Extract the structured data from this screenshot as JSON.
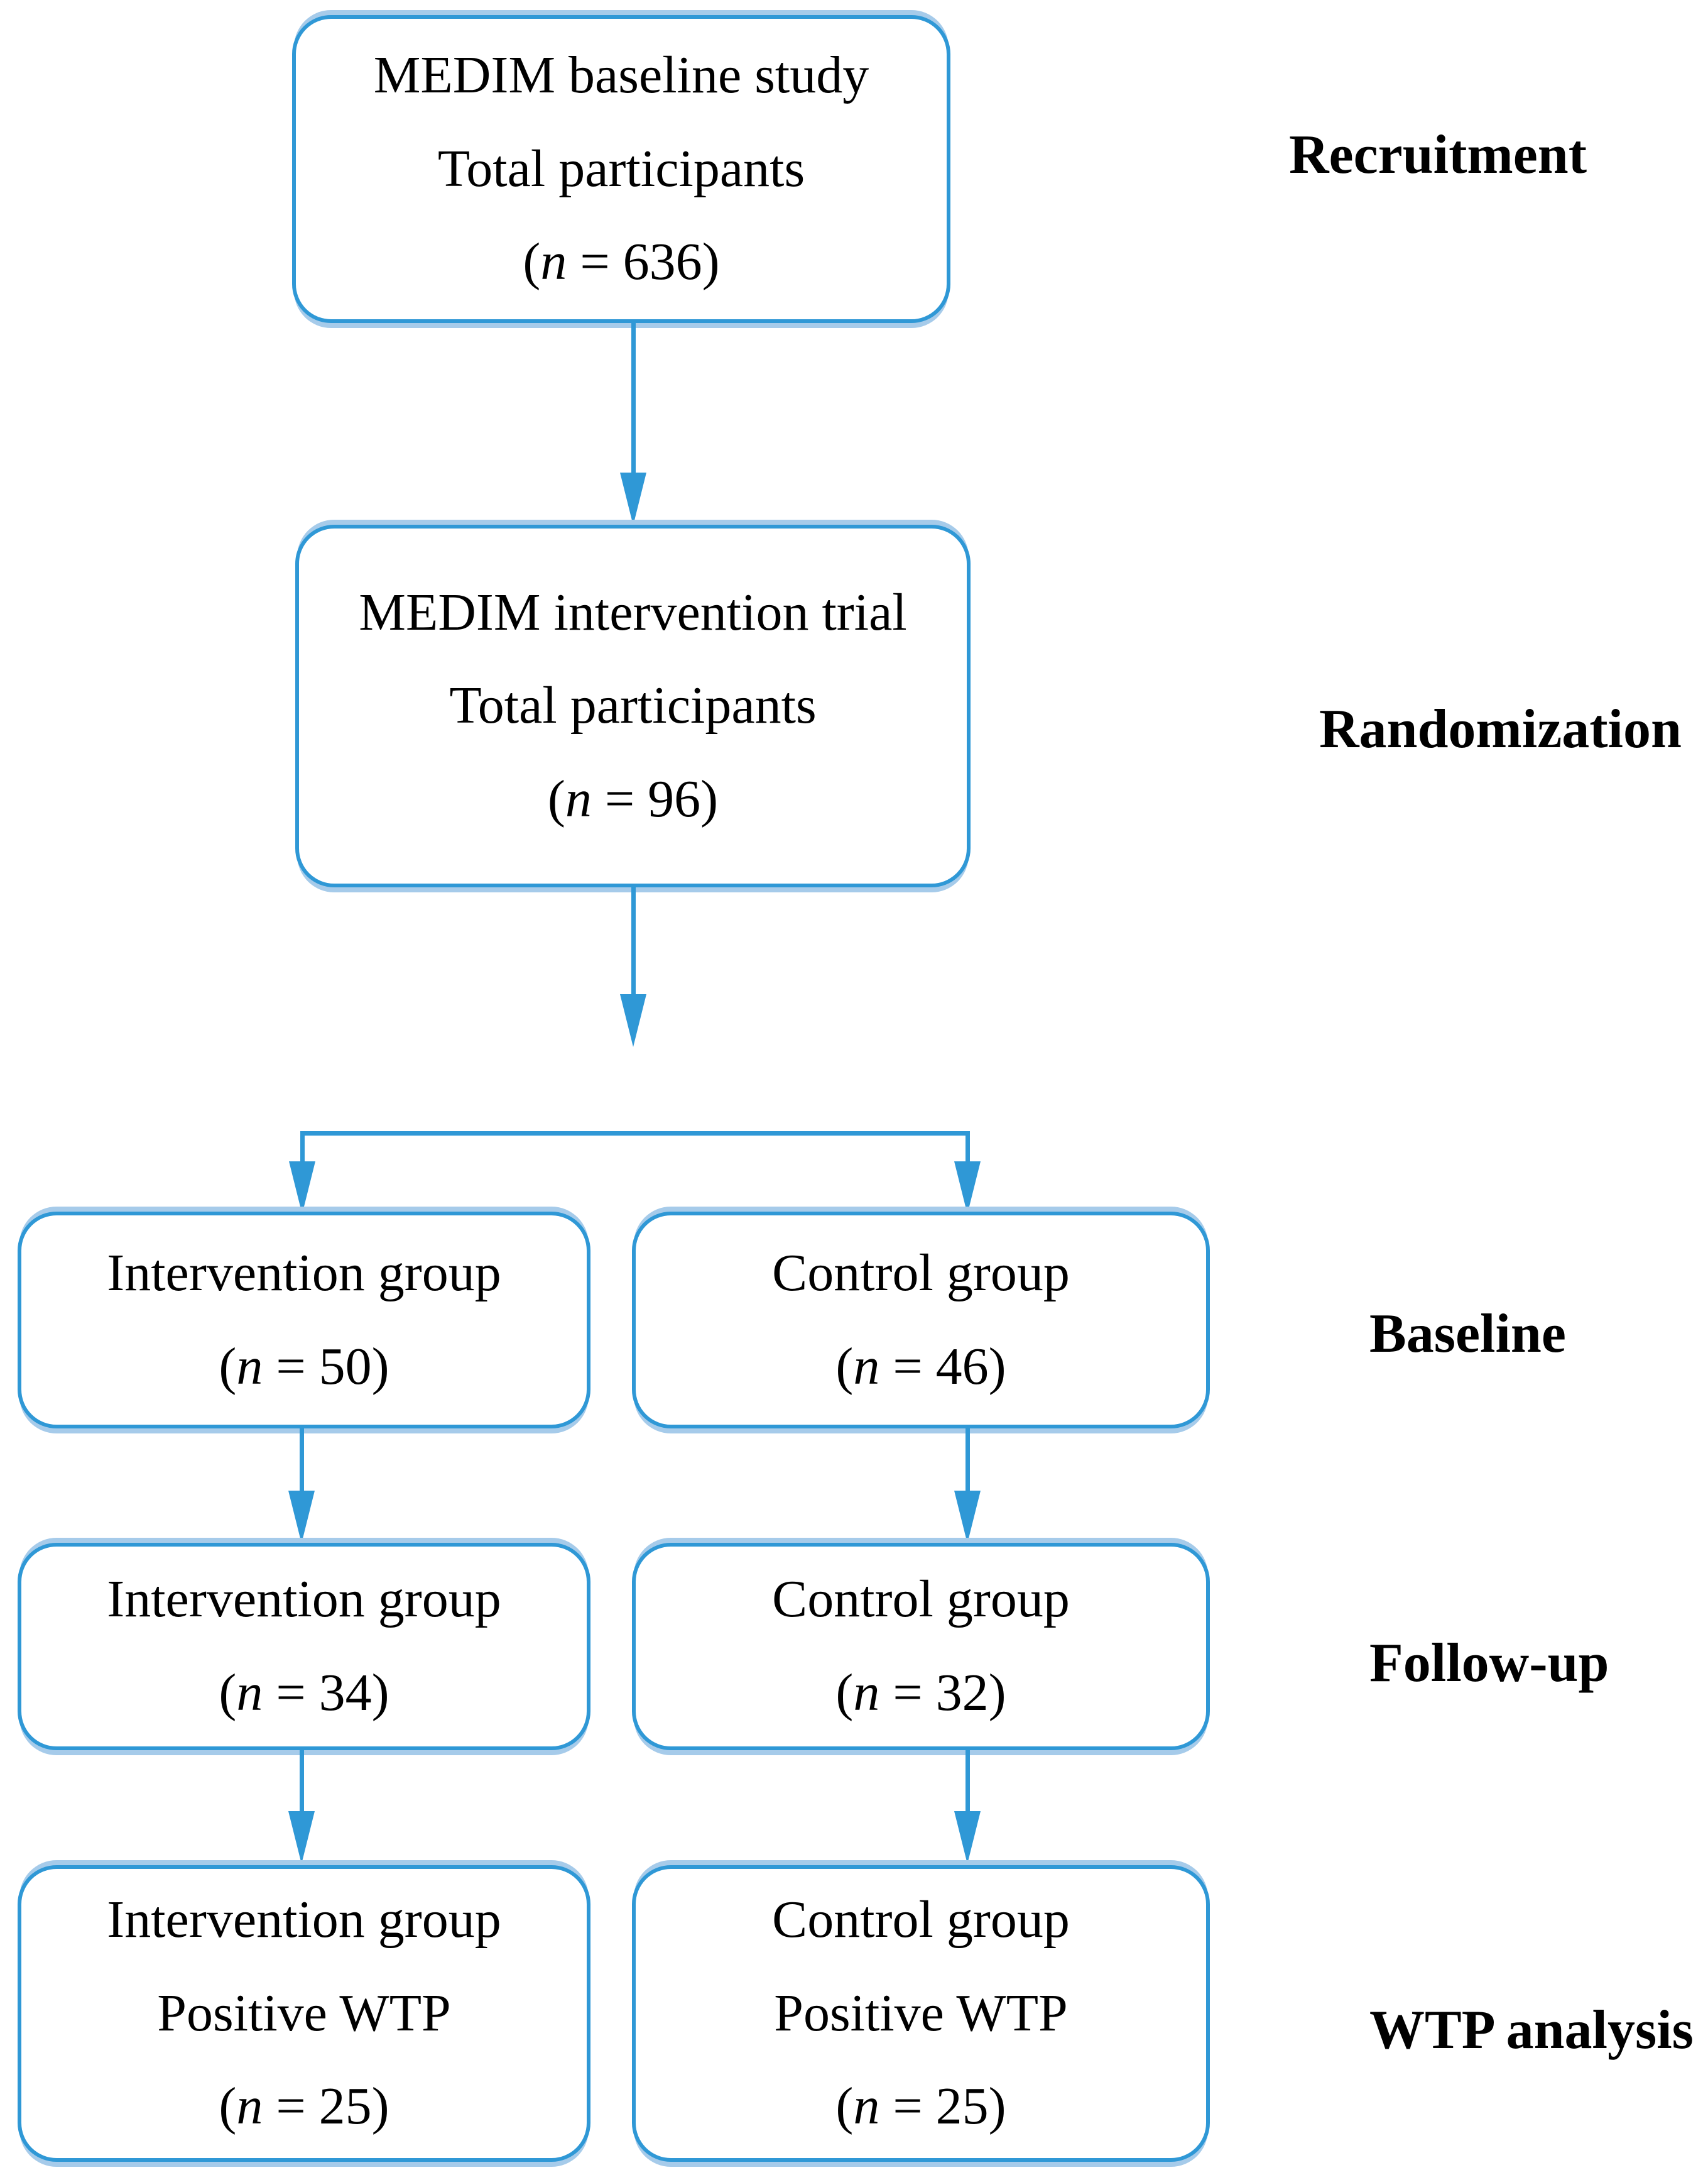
{
  "figure": {
    "type": "study-flow-diagram",
    "background": "#ffffff",
    "line_color": "#2F98D6",
    "accent_light_color": "#A6CBEA",
    "text_color": "#000000"
  },
  "boxes": {
    "recruitment": {
      "lines": [
        "MEDIM baseline study",
        "Total participants"
      ],
      "count": {
        "open": "(",
        "var": "n",
        "rest": " = 636)"
      }
    },
    "randomization": {
      "lines": [
        "MEDIM intervention trial",
        "Total participants"
      ],
      "count": {
        "open": "(",
        "var": "n",
        "rest": " = 96)"
      }
    },
    "baseline_intervention": {
      "lines": [
        "Intervention group"
      ],
      "count": {
        "open": "(",
        "var": "n",
        "rest": " = 50)"
      }
    },
    "baseline_control": {
      "lines": [
        "Control group"
      ],
      "count": {
        "open": "(",
        "var": "n",
        "rest": " = 46)"
      }
    },
    "followup_intervention": {
      "lines": [
        "Intervention group"
      ],
      "count": {
        "open": "(",
        "var": "n",
        "rest": " = 34)"
      }
    },
    "followup_control": {
      "lines": [
        "Control group"
      ],
      "count": {
        "open": "(",
        "var": "n",
        "rest": " = 32)"
      }
    },
    "wtp_intervention": {
      "lines": [
        "Intervention group",
        "Positive WTP"
      ],
      "count": {
        "open": "(",
        "var": "n",
        "rest": " = 25)"
      }
    },
    "wtp_control": {
      "lines": [
        "Control group",
        "Positive WTP"
      ],
      "count": {
        "open": "(",
        "var": "n",
        "rest": " = 25)"
      }
    }
  },
  "stage_labels": {
    "recruitment": "Recruitment",
    "randomization": "Randomization",
    "baseline": "Baseline",
    "followup": "Follow-up",
    "wtp": "WTP analysis"
  }
}
